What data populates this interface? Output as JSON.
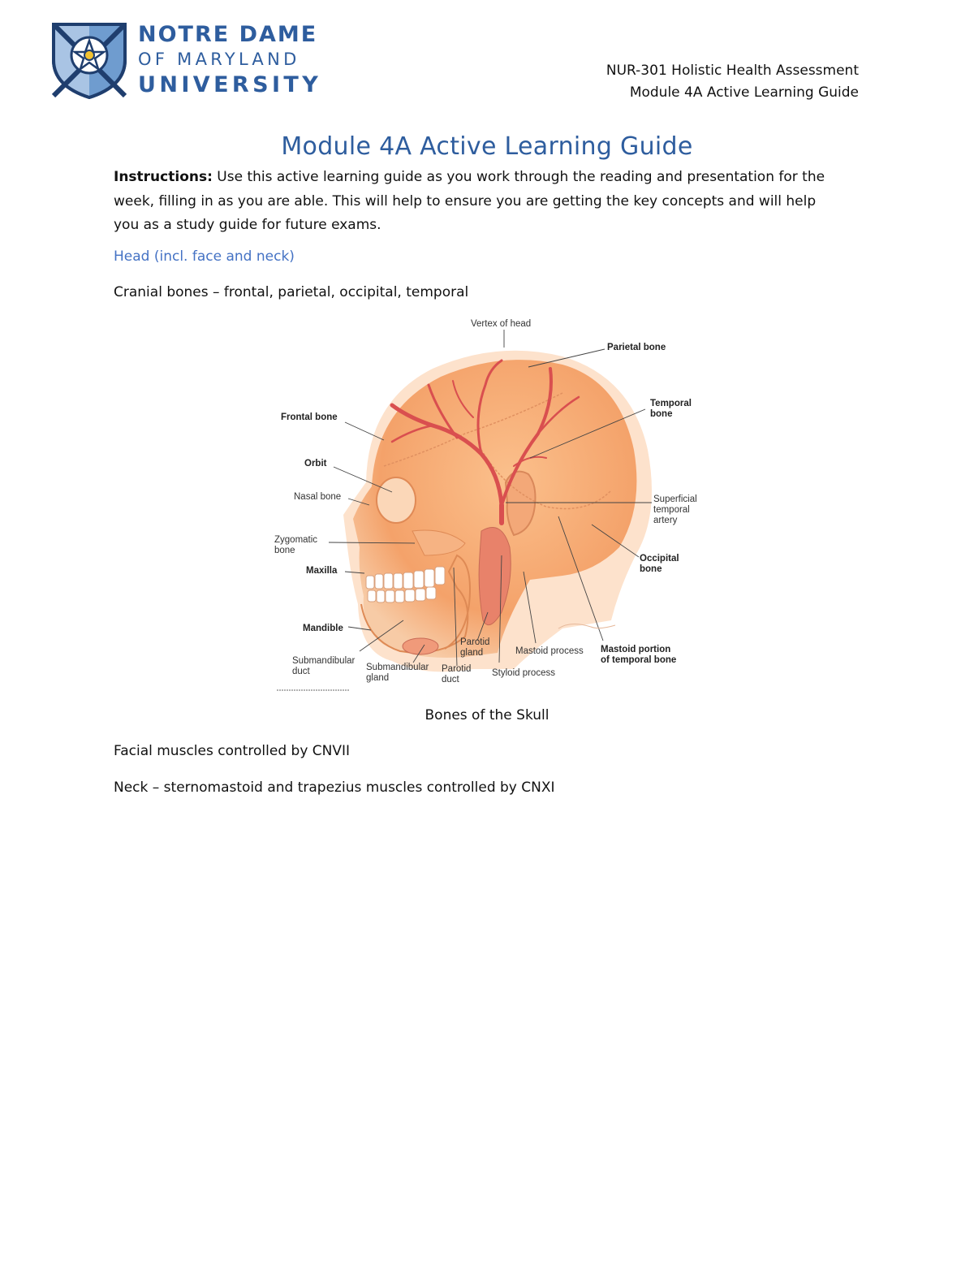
{
  "header": {
    "university": {
      "line1": "NOTRE DAME",
      "line2": "OF MARYLAND",
      "line3": "UNIVERSITY"
    },
    "course": "NUR-301 Holistic Health Assessment",
    "module": "Module 4A Active Learning Guide"
  },
  "colors": {
    "brand_blue": "#2e5d9e",
    "heading_blue": "#4472c4"
  },
  "title": "Module 4A Active Learning Guide",
  "instructions": {
    "label": "Instructions:",
    "text": " Use this active learning guide as you work through the reading and presentation for the week, filling in as you are able.  This will help to ensure you are getting the key concepts and will help you as a study guide for future exams."
  },
  "section_heading": "Head (incl. face and neck)",
  "cranial_bones": "Cranial bones – frontal, parietal, occipital, temporal",
  "figure": {
    "labels": {
      "vertex": "Vertex of head",
      "parietal": "Parietal bone",
      "temporal1": "Temporal",
      "temporal2": "bone",
      "frontal": "Frontal bone",
      "orbit": "Orbit",
      "nasal": "Nasal bone",
      "superficial1": "Superficial",
      "superficial2": "temporal",
      "superficial3": "artery",
      "zygomatic1": "Zygomatic",
      "zygomatic2": "bone",
      "occipital1": "Occipital",
      "occipital2": "bone",
      "maxilla": "Maxilla",
      "mandible": "Mandible",
      "parotid_gland1": "Parotid",
      "parotid_gland2": "gland",
      "mastoid_process": "Mastoid process",
      "mastoid_portion1": "Mastoid portion",
      "mastoid_portion2": "of temporal bone",
      "submandibular_duct1": "Submandibular",
      "submandibular_duct2": "duct",
      "submandibular_gland1": "Submandibular",
      "submandibular_gland2": "gland",
      "parotid_duct1": "Parotid",
      "parotid_duct2": "duct",
      "styloid": "Styloid process"
    },
    "caption": "Bones of the Skull"
  },
  "facial_muscles": "Facial muscles controlled by CNVII",
  "neck": "Neck – sternomastoid and trapezius muscles controlled by CNXI"
}
